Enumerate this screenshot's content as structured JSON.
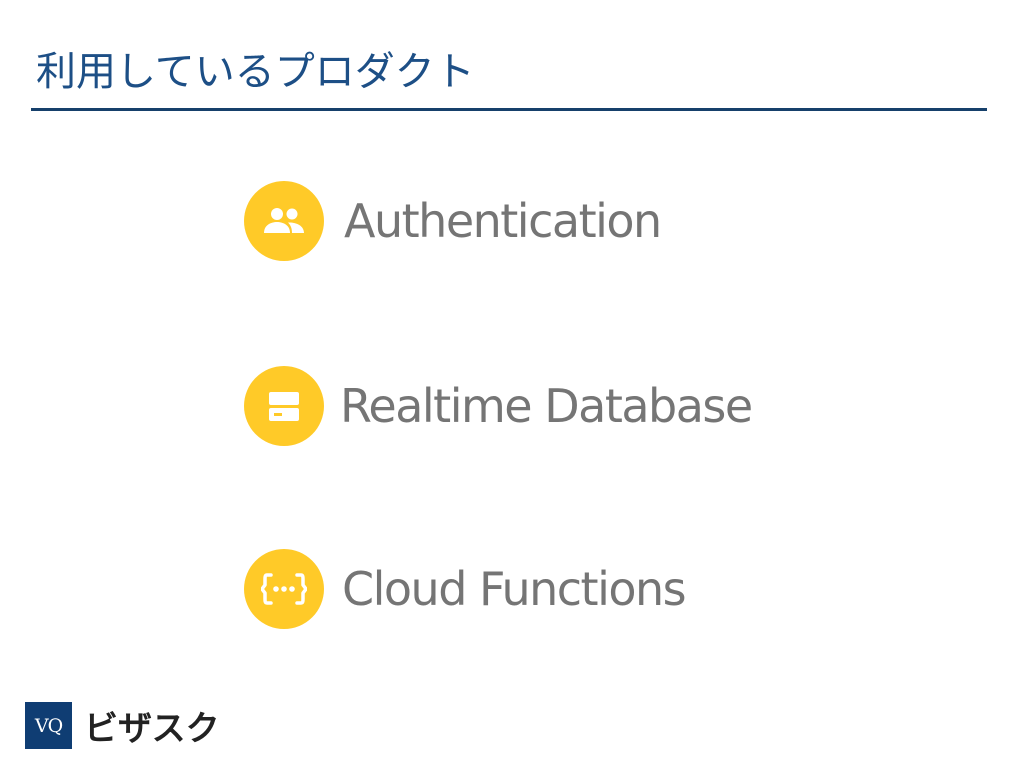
{
  "slide": {
    "title": "利用しているプロダクト"
  },
  "colors": {
    "title": "#1d4f86",
    "rule": "#16406b",
    "icon_bg": "#ffca28",
    "label": "#757575",
    "logo_bg": "#0f3d73"
  },
  "products": [
    {
      "label": "Authentication",
      "icon": "users-icon"
    },
    {
      "label": "Realtime Database",
      "icon": "database-icon"
    },
    {
      "label": "Cloud Functions",
      "icon": "functions-icon"
    }
  ],
  "footer": {
    "logo_mark": "VQ",
    "logo_text": "ビザスク"
  }
}
